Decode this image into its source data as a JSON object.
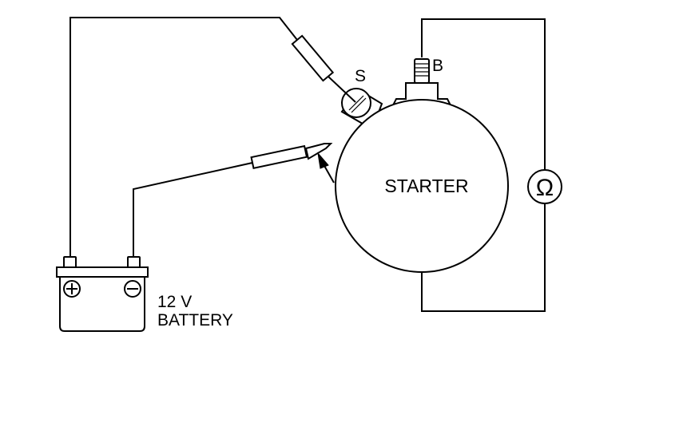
{
  "labels": {
    "starter": "STARTER",
    "s_terminal": "S",
    "b_terminal": "B",
    "battery_line1": "12 V",
    "battery_line2": "BATTERY",
    "ohmmeter_symbol": "Ω"
  },
  "icons": {
    "ohmmeter": "ohmmeter-icon",
    "battery": "battery-icon",
    "probe": "test-probe-icon",
    "arrow": "arrow-icon"
  },
  "colors": {
    "stroke": "#000000",
    "background": "#ffffff"
  }
}
